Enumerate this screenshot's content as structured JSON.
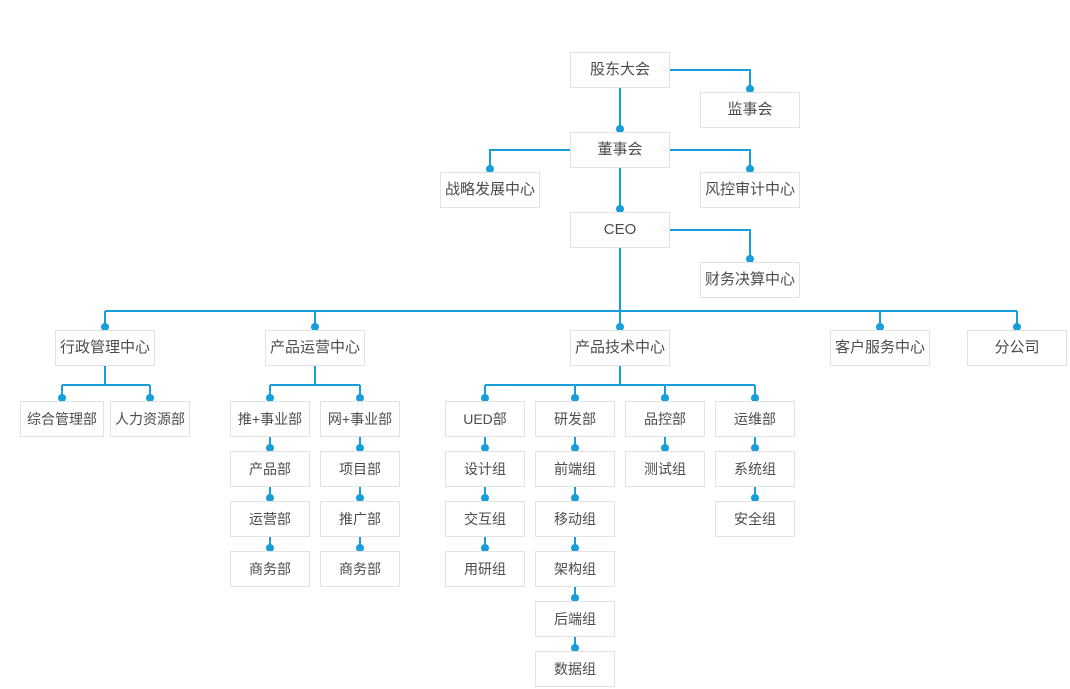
{
  "theme": {
    "line": "#189ed8",
    "box_border": "#e3e3e3",
    "box_bg": "#ffffff",
    "text": "#4c4c4c",
    "page_bg": "#ffffff"
  },
  "org": {
    "shareholders": {
      "label": "股东大会"
    },
    "supervisors": {
      "label": "监事会"
    },
    "board": {
      "label": "董事会"
    },
    "strategy_center": {
      "label": "战略发展中心"
    },
    "risk_audit_center": {
      "label": "风控审计中心"
    },
    "ceo": {
      "label": "CEO"
    },
    "finance_center": {
      "label": "财务决算中心"
    },
    "admin_center": {
      "label": "行政管理中心",
      "children": [
        {
          "label": "综合管理部"
        },
        {
          "label": "人力资源部"
        }
      ]
    },
    "product_ops_center": {
      "label": "产品运营中心",
      "children": [
        {
          "label": "推+事业部",
          "stack": [
            {
              "label": "产品部"
            },
            {
              "label": "运营部"
            },
            {
              "label": "商务部"
            }
          ]
        },
        {
          "label": "网+事业部",
          "stack": [
            {
              "label": "项目部"
            },
            {
              "label": "推广部"
            },
            {
              "label": "商务部"
            }
          ]
        }
      ]
    },
    "product_tech_center": {
      "label": "产品技术中心",
      "children": [
        {
          "label": "UED部",
          "stack": [
            {
              "label": "设计组"
            },
            {
              "label": "交互组"
            },
            {
              "label": "用研组"
            }
          ]
        },
        {
          "label": "研发部",
          "stack": [
            {
              "label": "前端组"
            },
            {
              "label": "移动组"
            },
            {
              "label": "架构组"
            },
            {
              "label": "后端组"
            },
            {
              "label": "数据组"
            }
          ]
        },
        {
          "label": "品控部",
          "stack": [
            {
              "label": "测试组"
            }
          ]
        },
        {
          "label": "运维部",
          "stack": [
            {
              "label": "系统组"
            },
            {
              "label": "安全组"
            }
          ]
        }
      ]
    },
    "customer_service_center": {
      "label": "客户服务中心"
    },
    "branch_company": {
      "label": "分公司"
    }
  }
}
